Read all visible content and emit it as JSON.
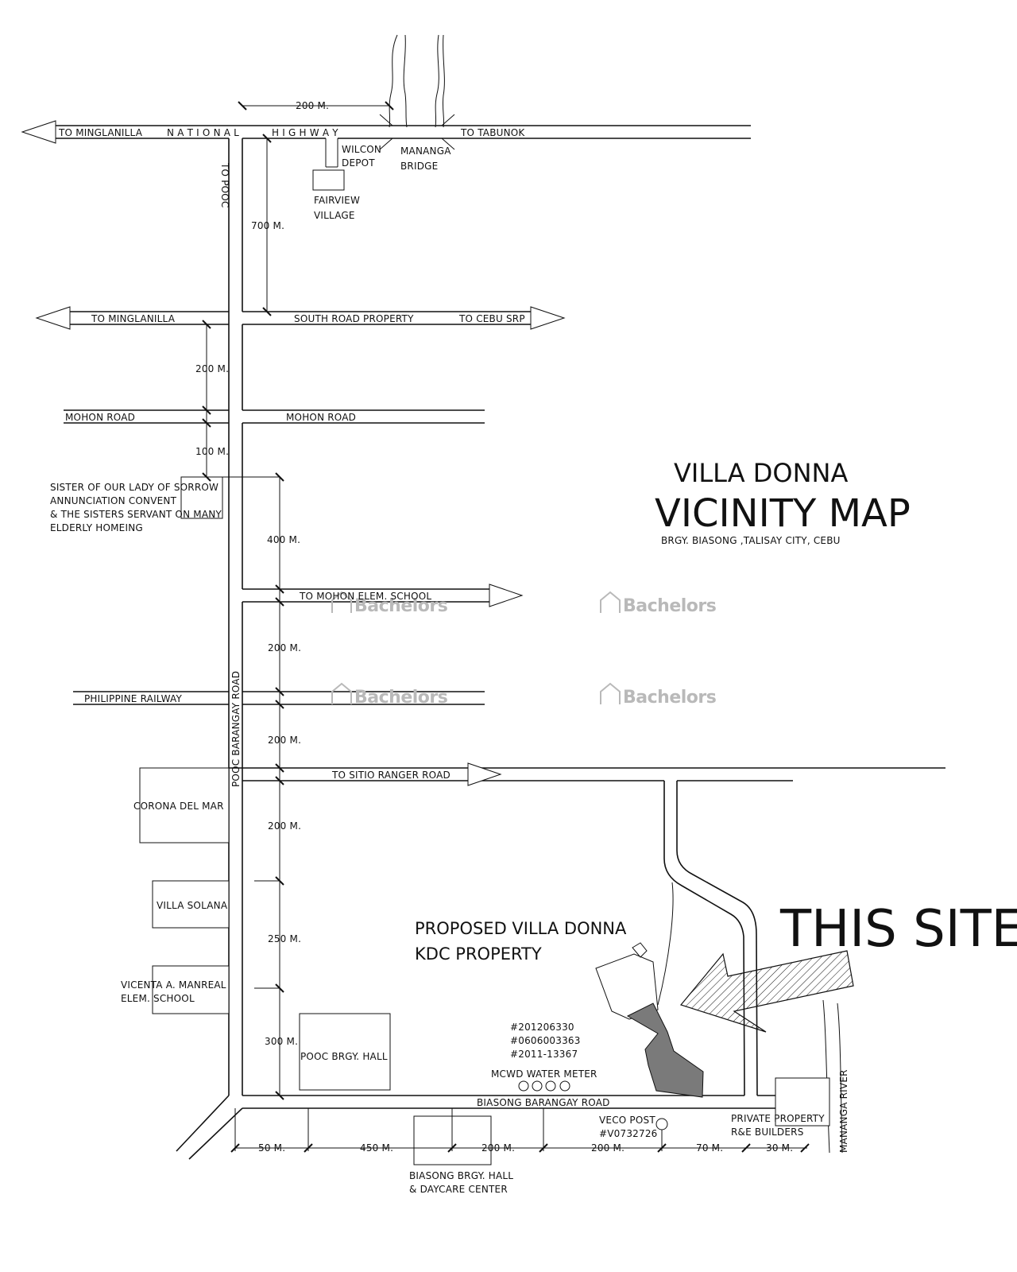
{
  "title": {
    "line1": "VILLA DONNA",
    "line2": "VICINITY MAP",
    "line3": "BRGY. BIASONG ,TALISAY CITY, CEBU"
  },
  "site": {
    "label": "THIS SITE",
    "proposed_line1": "PROPOSED VILLA DONNA",
    "proposed_line2": "KDC PROPERTY"
  },
  "roads": {
    "to_minglanilla_top": "TO MINGLANILLA",
    "national": "N A T I O N A L",
    "highway": "H I G H W A Y",
    "to_tabunok": "TO TABUNOK",
    "to_pooc": "TO POOC",
    "to_minglanilla_srp": "TO MINGLANILLA",
    "south_road": "SOUTH ROAD PROPERTY",
    "to_cebu_srp": "TO CEBU SRP",
    "mohon_left": "MOHON ROAD",
    "mohon_right": "MOHON ROAD",
    "to_mohon_school": "TO MOHON ELEM. SCHOOL",
    "philippine_railway": "PHILIPPINE RAILWAY",
    "pooc_barangay_road": "POOC BARANGAY ROAD",
    "to_sitio_ranger": "TO SITIO RANGER ROAD",
    "biasong_road": "BIASONG BARANGAY ROAD",
    "mananga_river": "MANANGA RIVER"
  },
  "landmarks": {
    "wilcon_1": "WILCON",
    "wilcon_2": "DEPOT",
    "mananga_1": "MANANGA",
    "mananga_2": "BRIDGE",
    "fairview_1": "FAIRVIEW",
    "fairview_2": "VILLAGE",
    "convent_1": "SISTER OF OUR LADY OF SORROW",
    "convent_2": "ANNUNCIATION CONVENT",
    "convent_3": "& THE SISTERS SERVANT ON MANY",
    "convent_4": "ELDERLY HOMEING",
    "corona": "CORONA DEL MAR",
    "villa_solana": "VILLA SOLANA",
    "vicenta_1": "VICENTA A. MANREAL",
    "vicenta_2": "ELEM. SCHOOL",
    "pooc_hall": "POOC BRGY. HALL",
    "biasong_hall_1": "BIASONG BRGY. HALL",
    "biasong_hall_2": "& DAYCARE CENTER",
    "private_1": "PRIVATE PROPERTY",
    "private_2": "R&E BUILDERS",
    "veco_1": "VECO POST",
    "veco_2": "#V0732726",
    "meter_1": "#201206330",
    "meter_2": "#0606003363",
    "meter_3": "#2011-13367",
    "meter_label": "MCWD WATER METER"
  },
  "distances": {
    "top_200": "200 M.",
    "d_700": "700 M.",
    "d_200_a": "200 M.",
    "d_100": "100 M.",
    "d_400": "400 M.",
    "d_200_b": "200 M.",
    "d_200_c": "200 M.",
    "d_200_d": "200 M.",
    "d_250": "250 M.",
    "d_300": "300 M.",
    "b_50": "50 M.",
    "b_450": "450 M.",
    "b_200a": "200 M.",
    "b_200b": "200 M.",
    "b_70": "70 M.",
    "b_30": "30 M."
  },
  "watermark": "Bachelors"
}
